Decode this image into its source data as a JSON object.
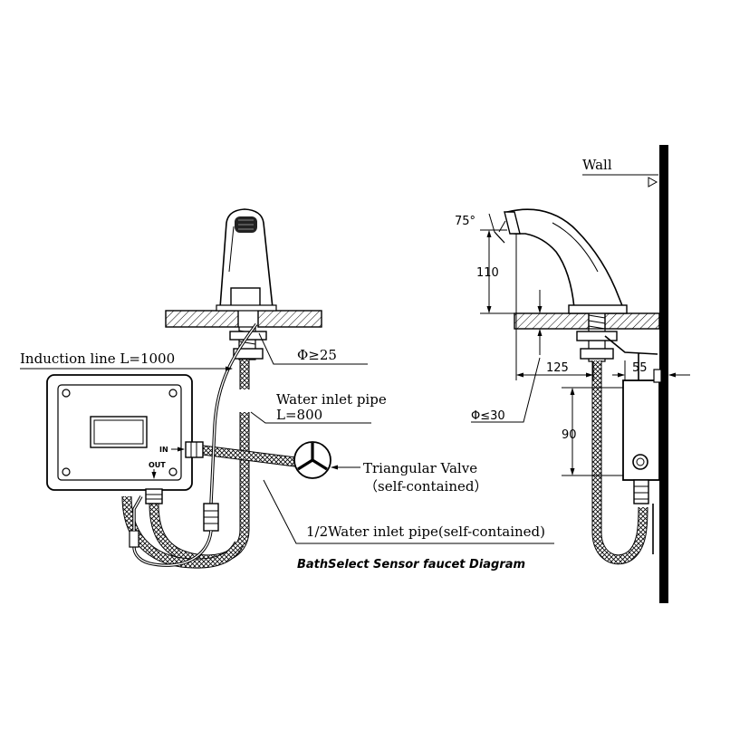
{
  "title": "BathSelect Sensor faucet Diagram",
  "left_view": {
    "induction_line": "Induction line L=1000",
    "hole_diameter": "Φ≥25",
    "water_inlet_pipe": "Water inlet pipe",
    "water_inlet_length": "L=800",
    "in_label": "IN",
    "out_label": "OUT",
    "triangular_valve": "Triangular Valve",
    "triangular_valve_note": "（self-contained）",
    "half_inch_pipe": "1/2Water inlet pipe(self-contained)"
  },
  "right_view": {
    "wall": "Wall",
    "angle": "75°",
    "height": "110",
    "reach": "125",
    "wall_gap": "55",
    "thickness": "Φ≤30",
    "box_height": "90"
  }
}
